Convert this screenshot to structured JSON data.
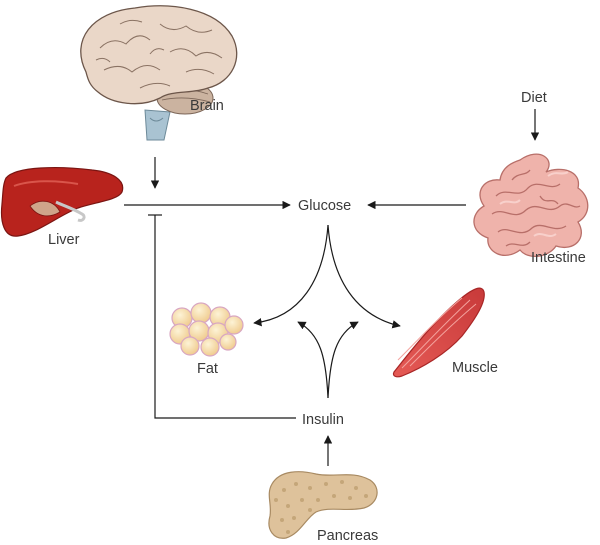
{
  "labels": {
    "brain": "Brain",
    "liver": "Liver",
    "glucose": "Glucose",
    "diet": "Diet",
    "intestine": "Intestine",
    "fat": "Fat",
    "muscle": "Muscle",
    "insulin": "Insulin",
    "pancreas": "Pancreas"
  },
  "colors": {
    "line": "#1a1a1a",
    "liver": "#b8231d",
    "brain": "#ead7c8",
    "brainstem": "#a9c3d2",
    "intestine": "#efb3ab",
    "fat": "#f6dba2",
    "muscle": "#dc4a48",
    "pancreas": "#dec29b"
  }
}
